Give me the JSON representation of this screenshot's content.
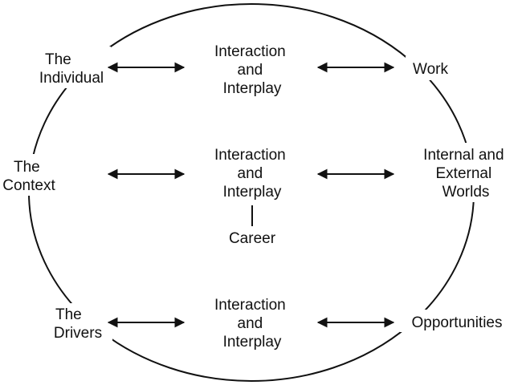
{
  "diagram": {
    "left": {
      "top": [
        "The",
        "Individual"
      ],
      "middle": [
        "The",
        "Context"
      ],
      "bottom": [
        "The",
        "Drivers"
      ]
    },
    "center": {
      "top": [
        "Interaction",
        "and",
        "Interplay"
      ],
      "middle": [
        "Interaction",
        "and",
        "Interplay"
      ],
      "bottom": [
        "Interaction",
        "and",
        "Interplay"
      ],
      "career": "Career"
    },
    "right": {
      "top": "Work",
      "middle": [
        "Internal and",
        "External",
        "Worlds"
      ],
      "bottom": "Opportunities"
    },
    "colors": {
      "ink": "#111111",
      "background": "#ffffff"
    }
  }
}
